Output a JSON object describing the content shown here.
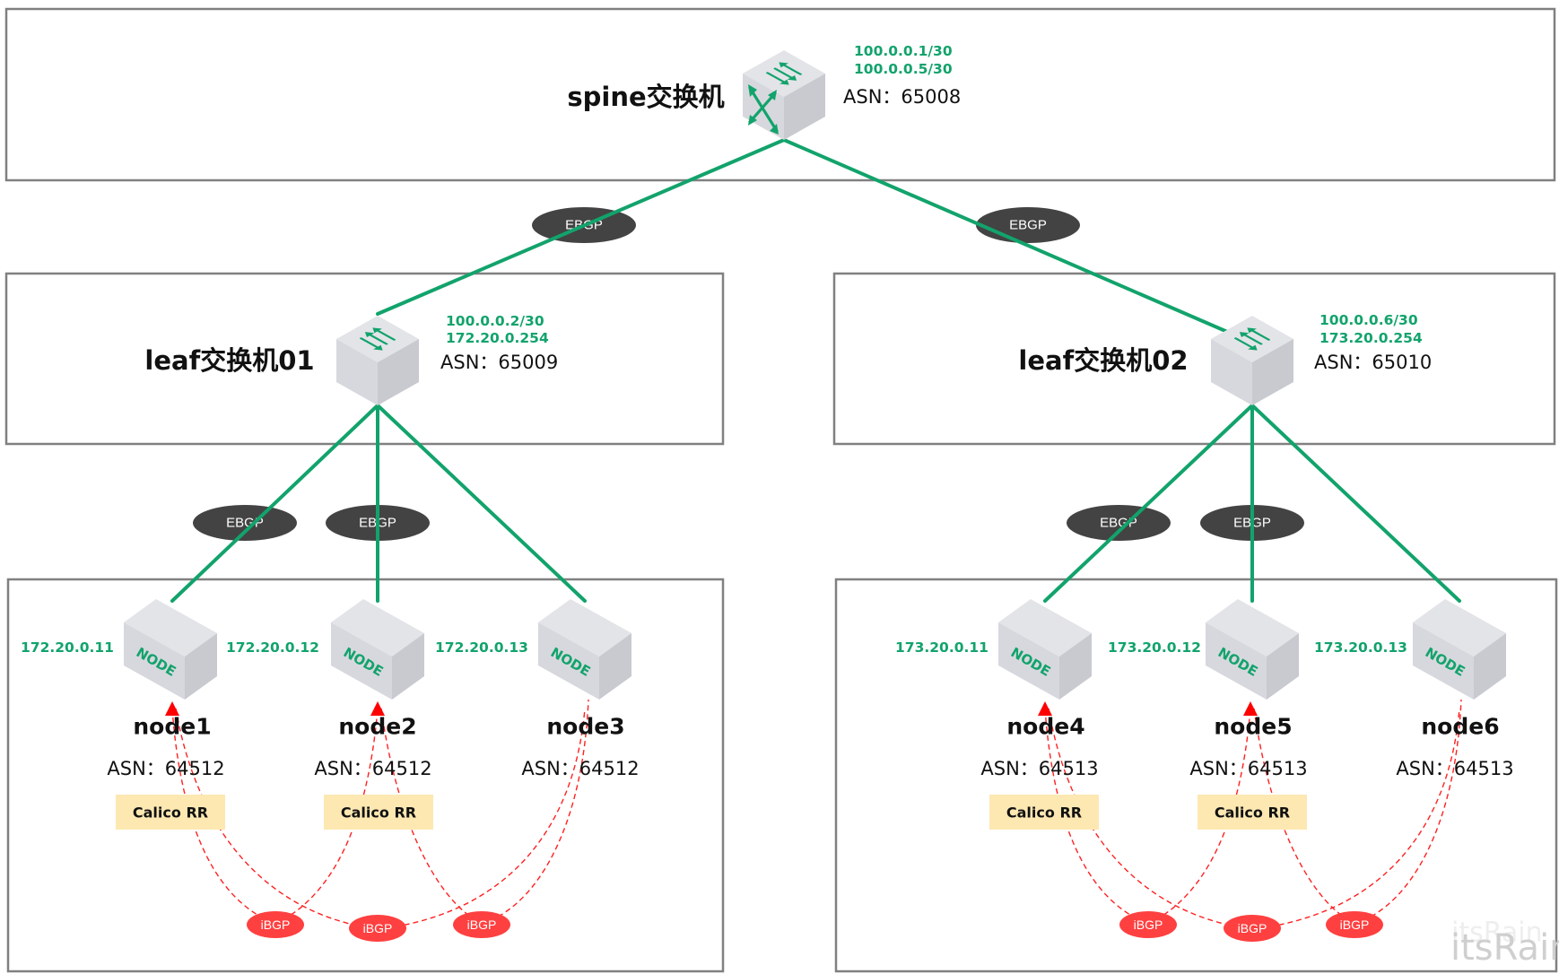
{
  "diagram": {
    "spine": {
      "label": "spine交换机",
      "ips": [
        "100.0.0.1/30",
        "100.0.0.5/30"
      ],
      "asn": "ASN：65008"
    },
    "leaves": [
      {
        "label": "leaf交换机01",
        "ips": [
          "100.0.0.2/30",
          "172.20.0.254"
        ],
        "asn": "ASN：65009",
        "uplink_label": "EBGP"
      },
      {
        "label": "leaf交换机02",
        "ips": [
          "100.0.0.6/30",
          "173.20.0.254"
        ],
        "asn": "ASN：65010",
        "uplink_label": "EBGP"
      }
    ],
    "nodes": [
      {
        "name": "node1",
        "ip": "172.20.0.11",
        "asn": "ASN：64512",
        "role": "Calico RR",
        "icon_label": "NODE",
        "link_label": "EBGP"
      },
      {
        "name": "node2",
        "ip": "172.20.0.12",
        "asn": "ASN：64512",
        "role": "Calico RR",
        "icon_label": "NODE",
        "link_label": "EBGP"
      },
      {
        "name": "node3",
        "ip": "172.20.0.13",
        "asn": "ASN：64512",
        "role": "",
        "icon_label": "NODE",
        "link_label": ""
      },
      {
        "name": "node4",
        "ip": "173.20.0.11",
        "asn": "ASN：64513",
        "role": "Calico RR",
        "icon_label": "NODE",
        "link_label": "EBGP"
      },
      {
        "name": "node5",
        "ip": "173.20.0.12",
        "asn": "ASN：64513",
        "role": "Calico RR",
        "icon_label": "NODE",
        "link_label": "EBGP"
      },
      {
        "name": "node6",
        "ip": "173.20.0.13",
        "asn": "ASN：64513",
        "role": "",
        "icon_label": "NODE",
        "link_label": ""
      }
    ],
    "ibgp_label": "iBGP",
    "ibgp_groups": [
      {
        "labels": [
          "iBGP",
          "iBGP",
          "iBGP"
        ]
      },
      {
        "labels": [
          "iBGP",
          "iBGP",
          "iBGP"
        ]
      }
    ],
    "watermark": "itsRain",
    "colors": {
      "link_green": "#12a36c",
      "ebgp_pill": "#333333",
      "ibgp_pill": "#ff4040",
      "rr_box": "#fde8b2",
      "frame": "#808080"
    }
  }
}
